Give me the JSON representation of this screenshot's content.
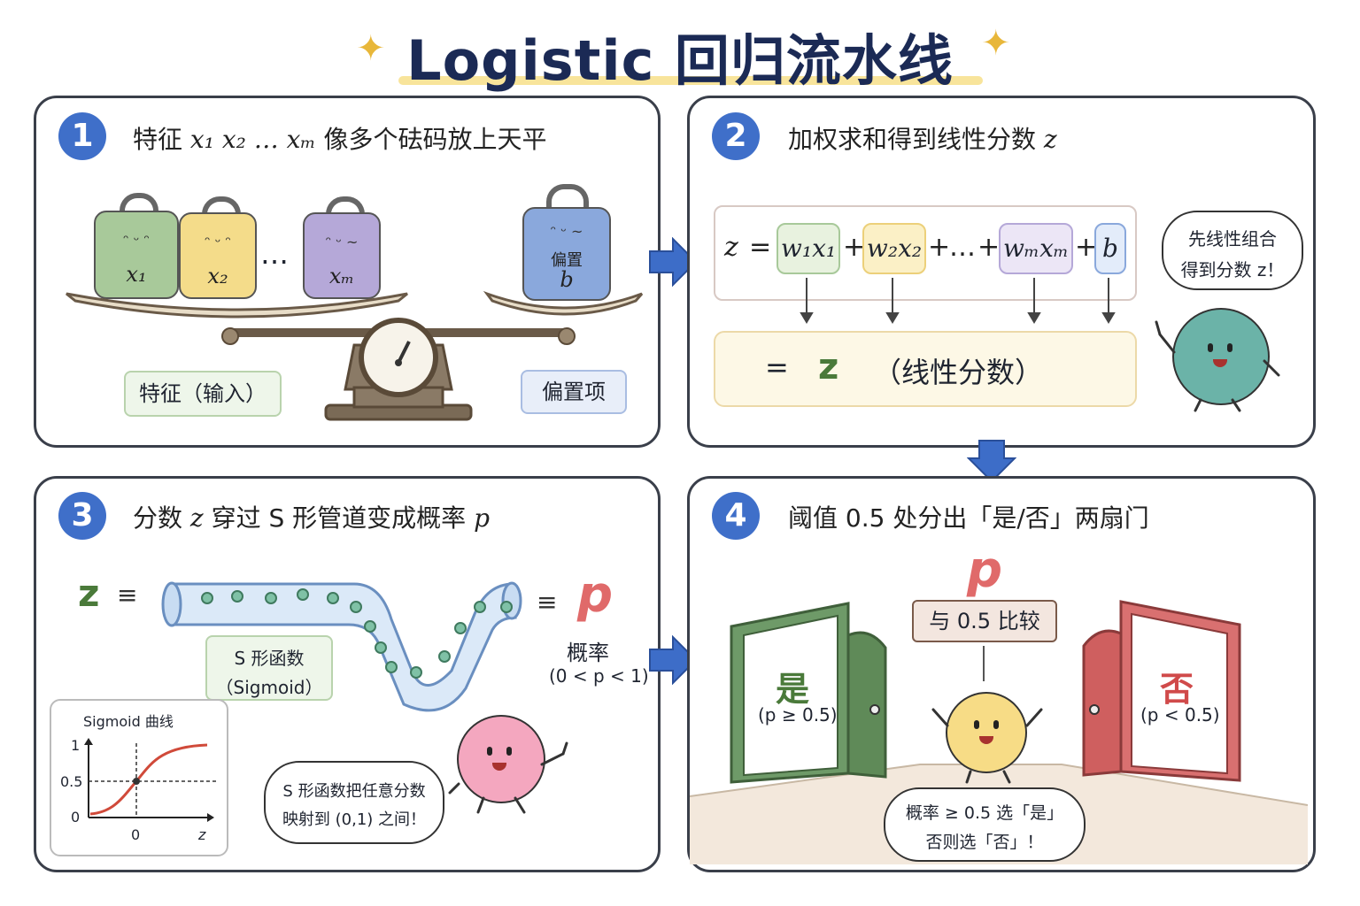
{
  "header": {
    "title": "Logistic 回归流水线"
  },
  "panel1": {
    "number": "1",
    "title_pre": "特征",
    "title_vars": "x₁ x₂ … xₘ",
    "title_post": "像多个砝码放上天平",
    "weights": [
      "x₁",
      "x₂",
      "xₘ"
    ],
    "ellipsis": "…",
    "bias_label_1": "偏置",
    "bias_label_2": "b",
    "tag_features": "特征（输入）",
    "tag_bias": "偏置项",
    "colors": {
      "w1": "#a8c99a",
      "w2": "#f4dc8a",
      "w3": "#b5a8d8",
      "bias": "#8aa8dc"
    }
  },
  "panel2": {
    "number": "2",
    "title": "加权求和得到线性分数",
    "title_var": "z",
    "eq_z": "z",
    "eq_equals": "=",
    "terms": [
      "w₁x₁",
      "w₂x₂",
      "wₘxₘ",
      "b"
    ],
    "plus": "+",
    "dots": "…",
    "result_equals": "=",
    "result_z": "z",
    "result_label": "（线性分数）",
    "bubble_line1": "先线性组合",
    "bubble_line2": "得到分数 z！"
  },
  "panel3": {
    "number": "3",
    "title_pre": "分数",
    "title_z": "z",
    "title_mid": "穿过 S 形管道变成概率",
    "title_p": "p",
    "z_label": "z",
    "p_label": "p",
    "tube_tag_1": "S 形函数",
    "tube_tag_2": "（Sigmoid）",
    "prob_label": "概率",
    "prob_range": "(0 < p < 1)",
    "plot_title": "Sigmoid 曲线",
    "plot_y_ticks": [
      "1",
      "0.5",
      "0"
    ],
    "plot_x_ticks": [
      "0",
      "z"
    ],
    "bubble_line1": "S 形函数把任意分数",
    "bubble_line2": "映射到 (0,1) 之间！"
  },
  "panel4": {
    "number": "4",
    "title": "阈值 0.5 处分出「是/否」两扇门",
    "p_label": "p",
    "compare_label": "与 0.5 比较",
    "yes_label": "是",
    "yes_cond": "(p ≥ 0.5)",
    "no_label": "否",
    "no_cond": "(p < 0.5)",
    "bubble_line1": "概率 ≥ 0.5 选「是」",
    "bubble_line2": "否则选「否」！"
  }
}
